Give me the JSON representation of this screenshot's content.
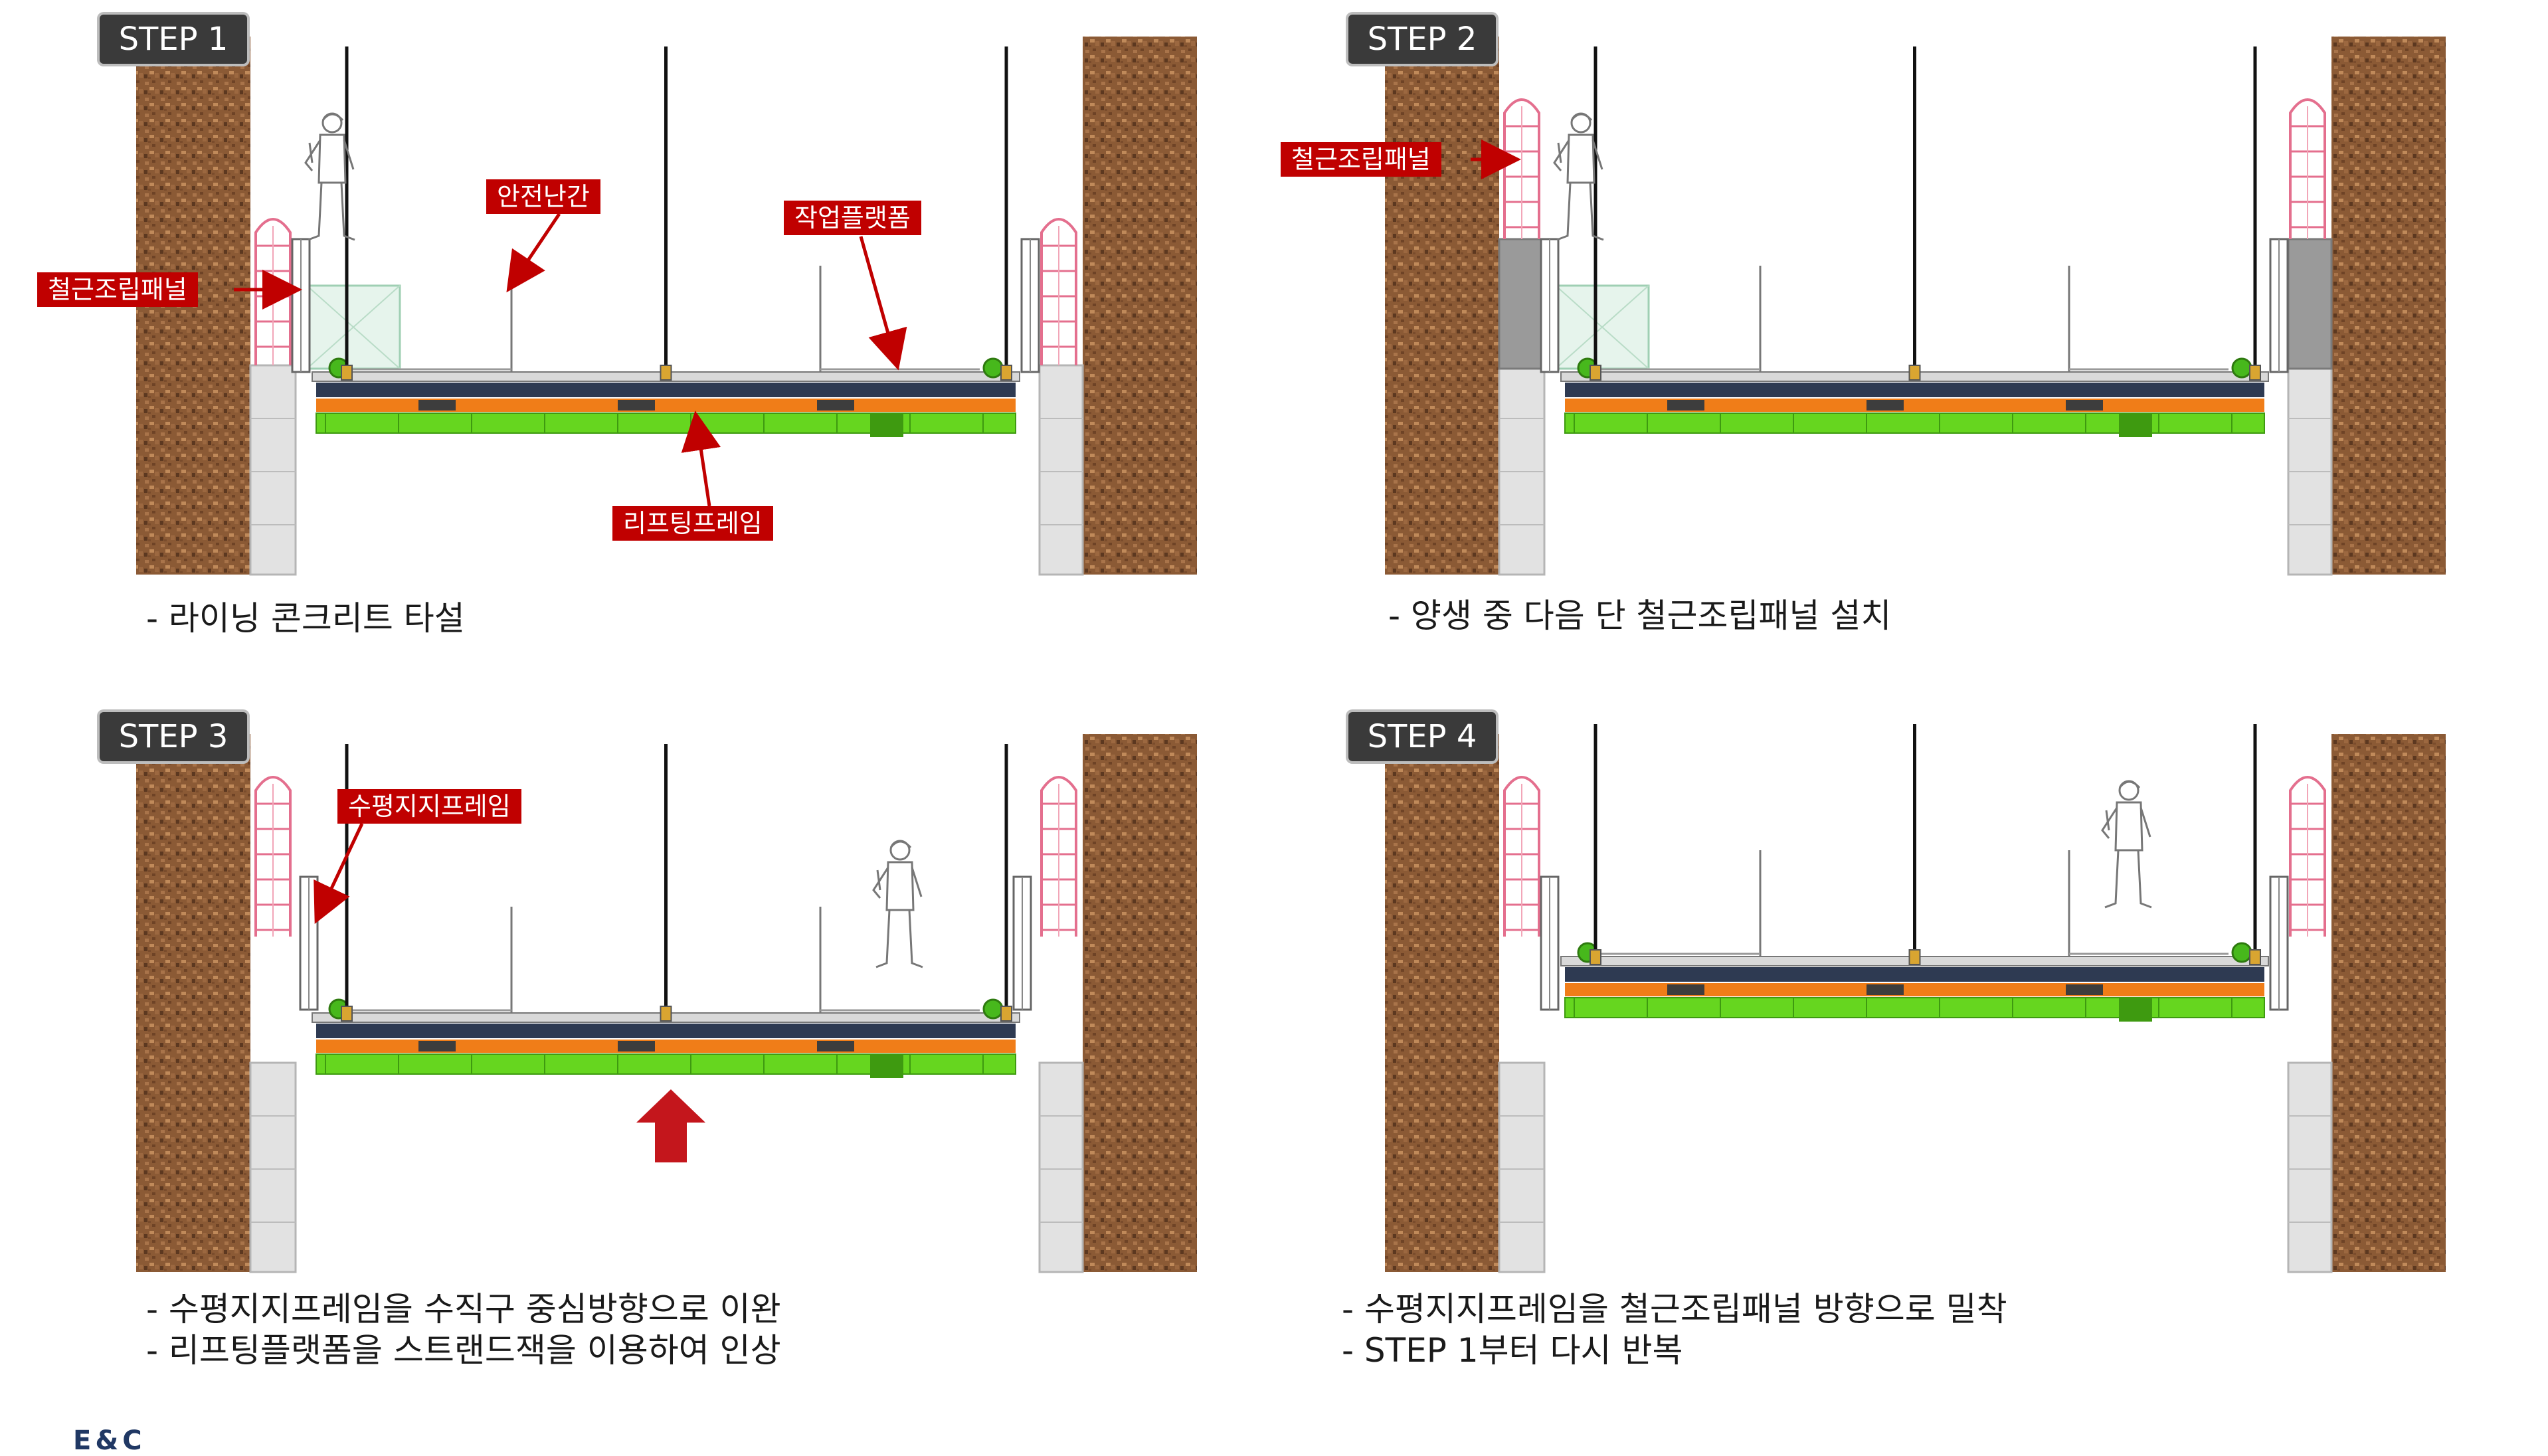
{
  "colors": {
    "soil": "#8b5a35",
    "concrete": "#e2e2e2",
    "green_frame": "#66d61f",
    "orange_beam": "#f07d18",
    "navy_beam": "#2e3a52",
    "callout_red": "#c00000",
    "badge_dark": "#3a3a3a",
    "arrow_red": "#c4161c"
  },
  "steps": [
    {
      "badge": "STEP 1",
      "callouts": [
        {
          "label": "철근조립패널"
        },
        {
          "label": "안전난간"
        },
        {
          "label": "작업플랫폼"
        },
        {
          "label": "리프팅프레임"
        }
      ],
      "description": [
        "- 라이닝 콘크리트 타설"
      ]
    },
    {
      "badge": "STEP 2",
      "callouts": [
        {
          "label": "철근조립패널"
        }
      ],
      "description": [
        "- 양생 중 다음 단 철근조립패널 설치"
      ]
    },
    {
      "badge": "STEP 3",
      "callouts": [
        {
          "label": "수평지지프레임"
        }
      ],
      "description": [
        "- 수평지지프레임을 수직구 중심방향으로 이완",
        "- 리프팅플랫폼을 스트랜드잭을 이용하여 인상"
      ]
    },
    {
      "badge": "STEP 4",
      "callouts": [],
      "description": [
        "- 수평지지프레임을 철근조립패널 방향으로 밀착",
        "- STEP 1부터 다시 반복"
      ]
    }
  ],
  "logo_text": "E&C"
}
